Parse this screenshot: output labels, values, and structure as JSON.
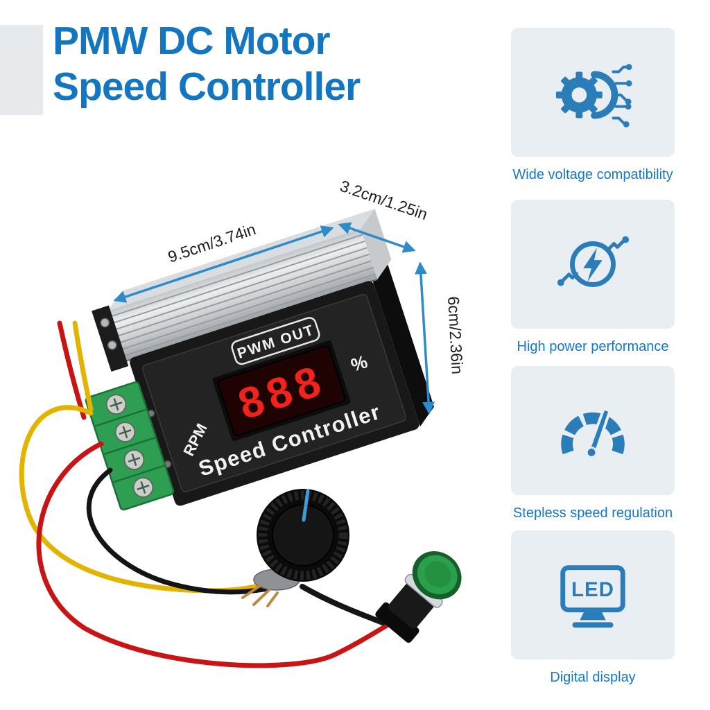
{
  "title": {
    "line1": "PMW DC Motor",
    "line2": "Speed Controller"
  },
  "features": [
    {
      "icon": "gear-circuit-icon",
      "label": "Wide voltage compatibility"
    },
    {
      "icon": "lightning-circuit-icon",
      "label": "High power performance"
    },
    {
      "icon": "speed-gauge-icon",
      "label": "Stepless speed regulation"
    },
    {
      "icon": "led-display-icon",
      "label": "Digital display"
    }
  ],
  "icons": {
    "led_text": "LED"
  },
  "dimensions": {
    "length": "9.5cm/3.74in",
    "depth": "3.2cm/1.25in",
    "height": "6cm/2.36in"
  },
  "device": {
    "panel_label": "PWM OUT",
    "display_value": "888",
    "unit_percent": "%",
    "unit_rpm": "RPM",
    "product_name": "Speed Controller"
  },
  "colors": {
    "accent_blue": "#1276c0",
    "icon_blue": "#2a7db8",
    "card_bg": "#e9eef3",
    "arrow_blue": "#2e8bc9",
    "led_red": "#f2231a",
    "terminal_green": "#2e9e52",
    "button_green": "#2aa04c",
    "knob_pointer_blue": "#3f9bdc",
    "wire_red": "#c81414",
    "wire_yellow": "#e2b400",
    "wire_black": "#141414"
  }
}
